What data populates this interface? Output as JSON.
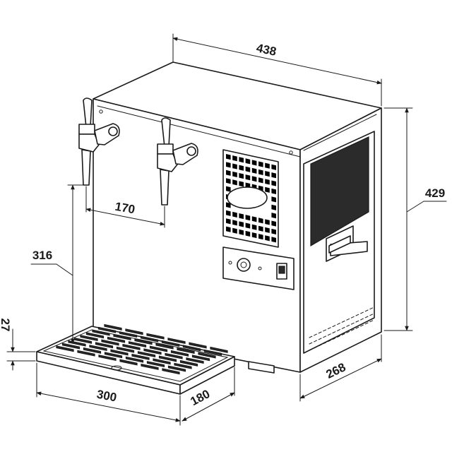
{
  "dimensions": {
    "width": "438",
    "height": "429",
    "depth": "268",
    "tap_spacing": "170",
    "tap_height": "316",
    "tray_height": "27",
    "tray_width": "300",
    "tray_depth": "180"
  }
}
